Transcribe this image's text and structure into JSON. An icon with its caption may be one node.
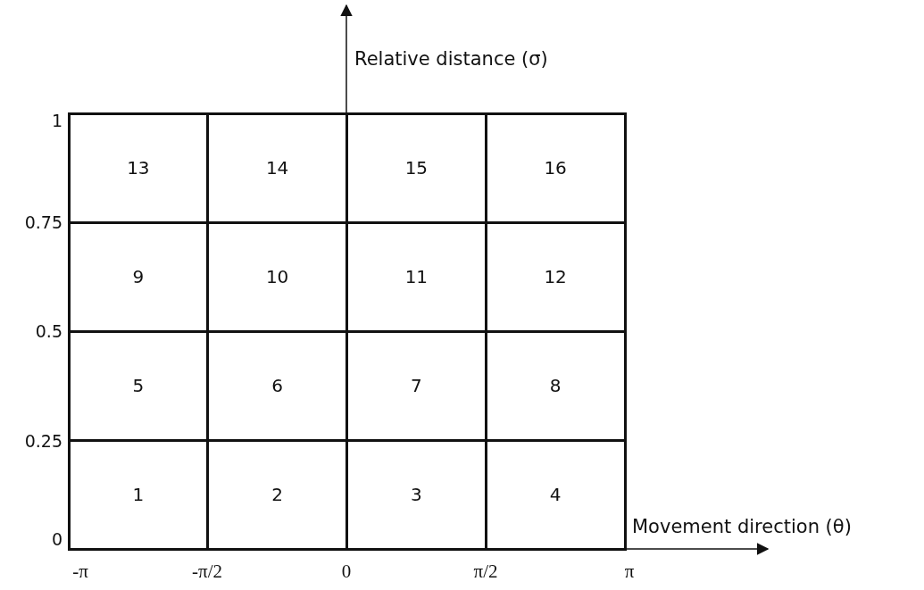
{
  "diagram": {
    "nodes": [
      {
        "text": [
          "13"
        ]
      },
      {
        "text": [
          "14"
        ]
      },
      {
        "text": [
          "15"
        ]
      },
      {
        "text": [
          "16"
        ]
      },
      {
        "text": [
          "9"
        ]
      },
      {
        "text": [
          "10"
        ]
      },
      {
        "text": [
          "11"
        ]
      },
      {
        "text": [
          "12"
        ]
      },
      {
        "text": [
          "5"
        ]
      },
      {
        "text": [
          "6"
        ]
      },
      {
        "text": [
          "7"
        ]
      },
      {
        "text": [
          "8"
        ]
      },
      {
        "text": [
          "1"
        ]
      },
      {
        "text": [
          "2"
        ]
      },
      {
        "text": [
          "3"
        ]
      },
      {
        "text": [
          "4"
        ]
      }
    ],
    "edges": [],
    "labels": [
      "Relative distance (σ)",
      "1",
      "0.75",
      "0.5",
      "0.25",
      "0",
      "Movement direction (θ)",
      "-π",
      "-π/2",
      "0",
      "π/2",
      "π"
    ]
  }
}
